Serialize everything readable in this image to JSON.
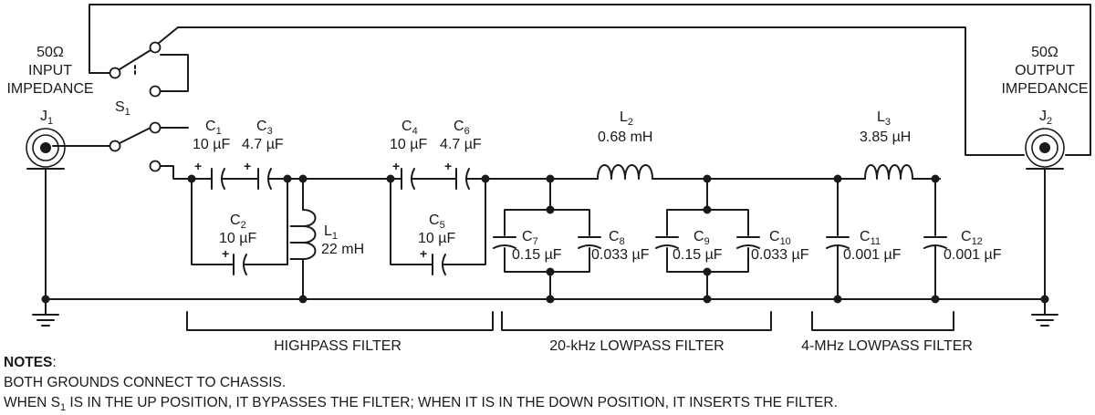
{
  "input": {
    "impedance": "50Ω",
    "line1": "INPUT",
    "line2": "IMPEDANCE",
    "jack": "J",
    "jack_sub": "1"
  },
  "output": {
    "impedance": "50Ω",
    "line1": "OUTPUT",
    "line2": "IMPEDANCE",
    "jack": "J",
    "jack_sub": "2"
  },
  "switch": {
    "name": "S",
    "sub": "1"
  },
  "components": {
    "c1": {
      "name": "C",
      "sub": "1",
      "value": "10 µF"
    },
    "c2": {
      "name": "C",
      "sub": "2",
      "value": "10 µF"
    },
    "c3": {
      "name": "C",
      "sub": "3",
      "value": "4.7 µF"
    },
    "c4": {
      "name": "C",
      "sub": "4",
      "value": "10 µF"
    },
    "c5": {
      "name": "C",
      "sub": "5",
      "value": "10 µF"
    },
    "c6": {
      "name": "C",
      "sub": "6",
      "value": "4.7 µF"
    },
    "c7": {
      "name": "C",
      "sub": "7",
      "value": "0.15 µF"
    },
    "c8": {
      "name": "C",
      "sub": "8",
      "value": "0.033 µF"
    },
    "c9": {
      "name": "C",
      "sub": "9",
      "value": "0.15 µF"
    },
    "c10": {
      "name": "C",
      "sub": "10",
      "value": "0.033 µF"
    },
    "c11": {
      "name": "C",
      "sub": "11",
      "value": "0.001 µF"
    },
    "c12": {
      "name": "C",
      "sub": "12",
      "value": "0.001 µF"
    },
    "l1": {
      "name": "L",
      "sub": "1",
      "value": "22 mH"
    },
    "l2": {
      "name": "L",
      "sub": "2",
      "value": "0.68 mH"
    },
    "l3": {
      "name": "L",
      "sub": "3",
      "value": "3.85 µH"
    }
  },
  "polarity_mark": "+",
  "sections": {
    "highpass": "HIGHPASS FILTER",
    "lowpass_20k": "20-kHz LOWPASS FILTER",
    "lowpass_4m": "4-MHz LOWPASS FILTER"
  },
  "notes": {
    "heading": "NOTES",
    "heading_colon": ":",
    "line1": "BOTH GROUNDS CONNECT TO CHASSIS.",
    "line2_a": "WHEN S",
    "line2_sub": "1",
    "line2_b": " IS IN THE UP POSITION, IT BYPASSES THE FILTER; WHEN IT IS IN THE DOWN POSITION, IT INSERTS THE FILTER."
  }
}
